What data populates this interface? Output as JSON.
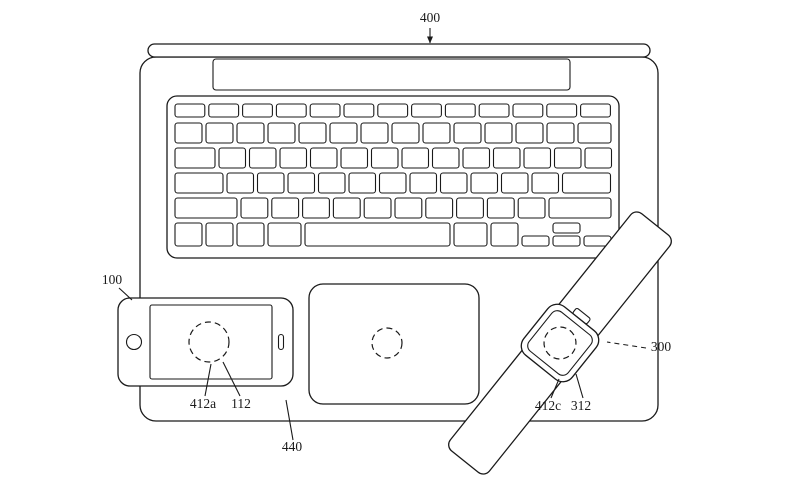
{
  "figure": {
    "colors": {
      "background": "#ffffff",
      "line": "#1a1a1a"
    },
    "labels": {
      "n400": "400",
      "n100": "100",
      "n412a": "412a",
      "n112": "112",
      "n440": "440",
      "n412c": "412c",
      "n312": "312",
      "n300": "300"
    }
  }
}
